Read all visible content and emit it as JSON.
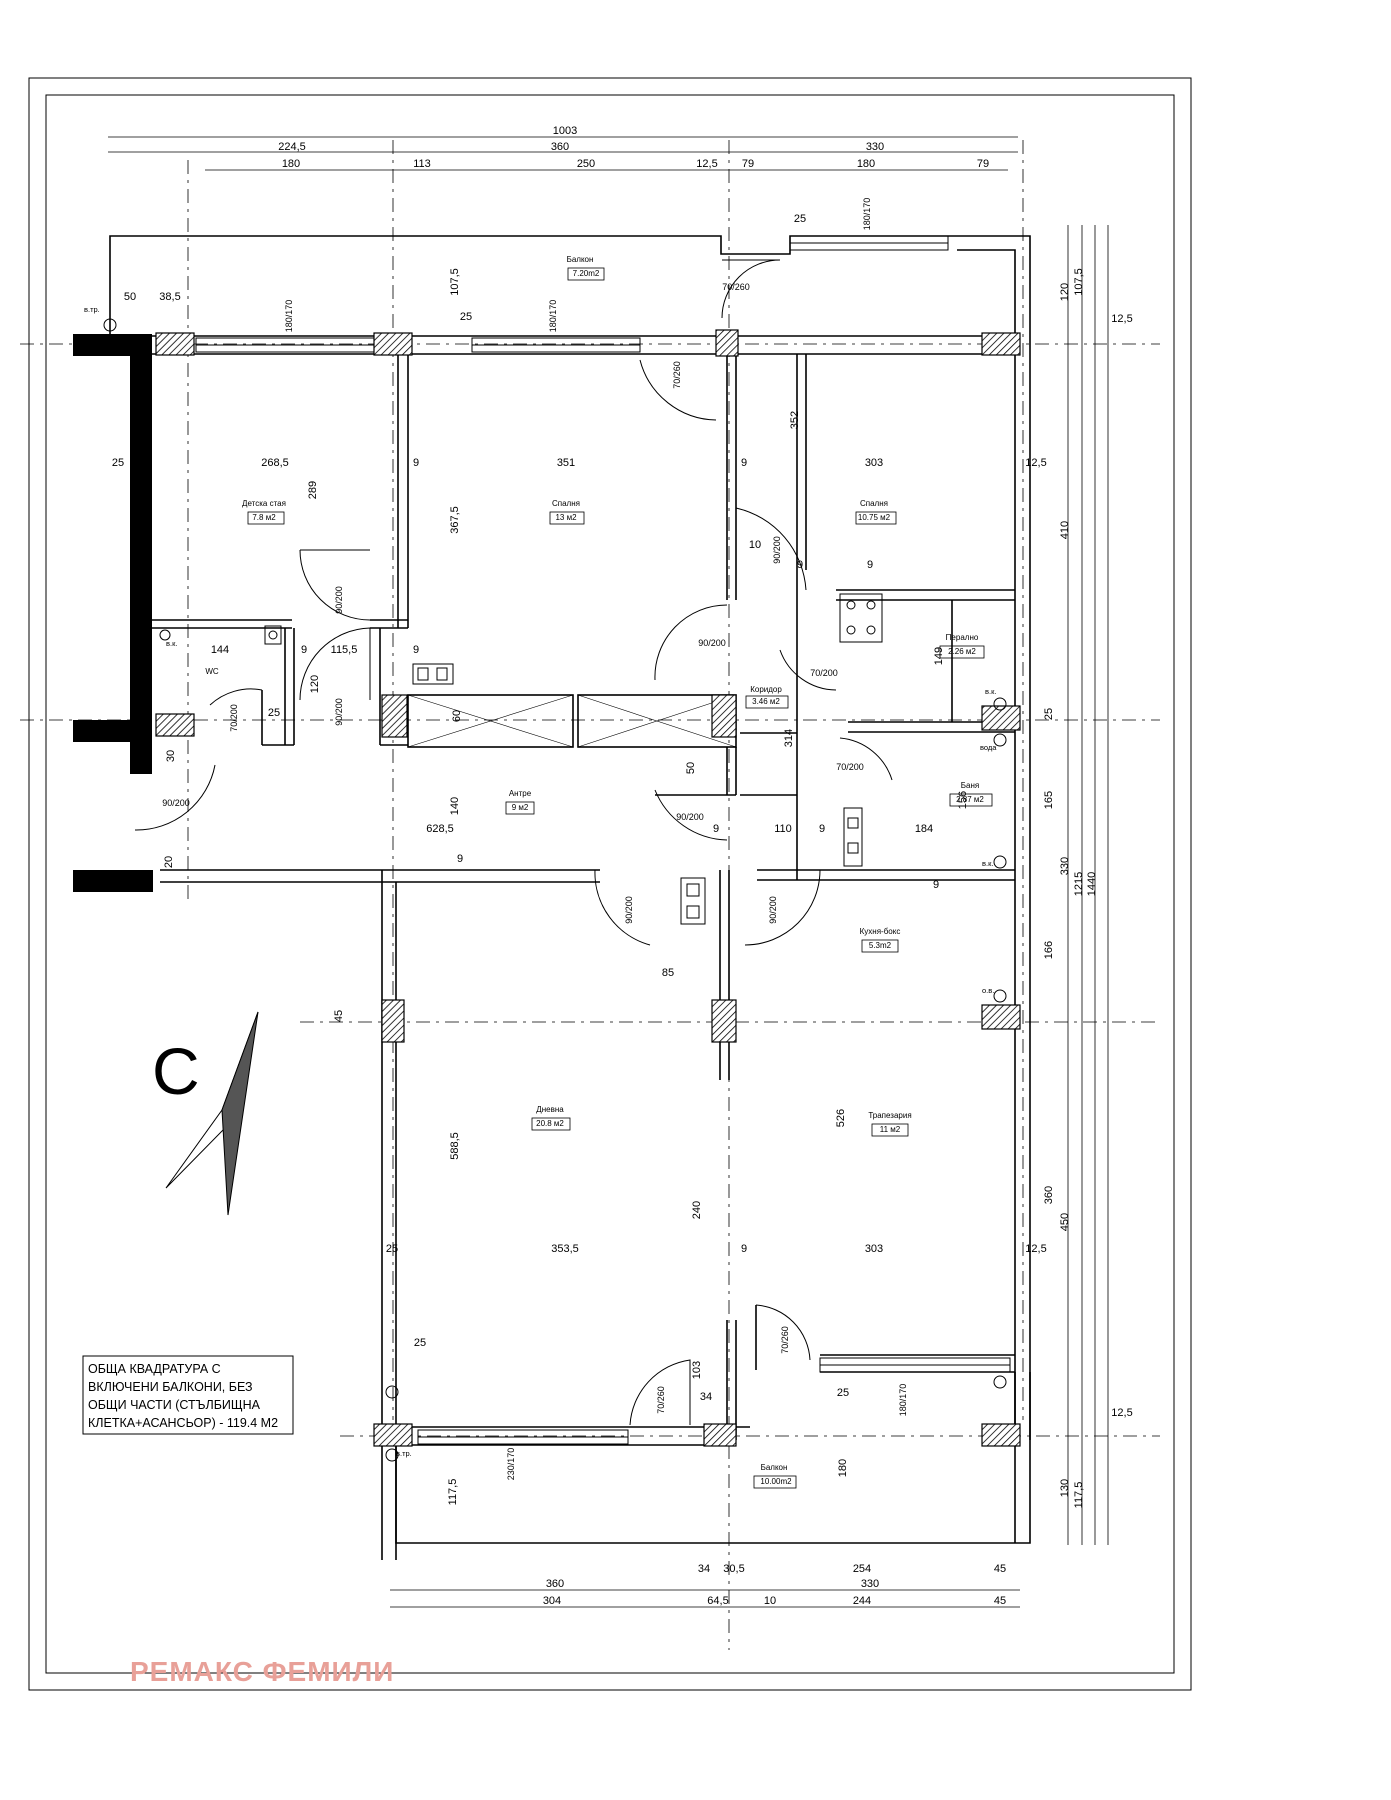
{
  "rooms": {
    "balcony_top": {
      "name": "Балкон",
      "area": "7.20m2"
    },
    "kids_room": {
      "name": "Детска стая",
      "area": "7.8 м2"
    },
    "bedroom_center": {
      "name": "Спалня",
      "area": "13 м2"
    },
    "bedroom_right": {
      "name": "Спалня",
      "area": "10.75 м2"
    },
    "laundry": {
      "name": "Перално",
      "area": "2.26 м2"
    },
    "corridor": {
      "name": "Коридор",
      "area": "3.46 м2"
    },
    "wc": {
      "name": "WC"
    },
    "hall": {
      "name": "Антре",
      "area": "9 м2"
    },
    "bathroom": {
      "name": "Баня",
      "area": "2.87 м2"
    },
    "kitchen": {
      "name": "Кухня-бокс",
      "area": "5.3m2"
    },
    "living": {
      "name": "Дневна",
      "area": "20.8 м2"
    },
    "dining": {
      "name": "Трапезария",
      "area": "11 м2"
    },
    "balcony_bottom": {
      "name": "Балкон",
      "area": "10.00m2"
    }
  },
  "north_label": "С",
  "area_note": {
    "lines": [
      "ОБЩА КВАДРАТУРА С",
      "ВКЛЮЧЕНИ БАЛКОНИ, БЕЗ",
      "ОБЩИ ЧАСТИ (СТЪЛБИЩНА",
      "КЛЕТКА+АСАНСЬОР) - 119.4 М2"
    ]
  },
  "watermark": "РЕМАКС ФЕМИЛИ",
  "fixture_labels": {
    "water_pipe": "в.тр.",
    "water_supply": "в.к.",
    "water": "вода",
    "ventilation": "о.в."
  },
  "dimensions": {
    "top": [
      "1003",
      "224,5",
      "360",
      "330",
      "180",
      "113",
      "250",
      "12,5",
      "79",
      "180",
      "79",
      "25"
    ],
    "bottom": [
      "360",
      "34",
      "30,5",
      "254",
      "45",
      "330",
      "304",
      "64,5",
      "10",
      "244",
      "45"
    ],
    "right": [
      "120",
      "107,5",
      "12,5",
      "410",
      "25",
      "165",
      "330",
      "1215",
      "1440",
      "166",
      "360",
      "450",
      "12,5",
      "130",
      "117,5"
    ],
    "inner": [
      "50",
      "38,5",
      "25",
      "268,5",
      "9",
      "351",
      "9",
      "303",
      "12,5",
      "289",
      "367,5",
      "107,5",
      "25",
      "352",
      "10",
      "9",
      "9",
      "144",
      "9",
      "115,5",
      "9",
      "120",
      "25",
      "30",
      "149",
      "314",
      "60",
      "50",
      "140",
      "628,5",
      "9",
      "110",
      "9",
      "184",
      "156",
      "20",
      "9",
      "85",
      "9",
      "45",
      "526",
      "588,5",
      "240",
      "25",
      "353,5",
      "9",
      "303",
      "12,5",
      "103",
      "34",
      "25",
      "25",
      "117,5",
      "180"
    ],
    "doors": [
      "70/260",
      "70/260",
      "90/200",
      "90/200",
      "90/200",
      "90/200",
      "70/200",
      "70/200",
      "70/200",
      "90/200",
      "90/200",
      "90/200",
      "90/200",
      "70/260",
      "70/260"
    ],
    "windows": [
      "180/170",
      "180/170",
      "180/170",
      "180/170",
      "230/170"
    ]
  }
}
